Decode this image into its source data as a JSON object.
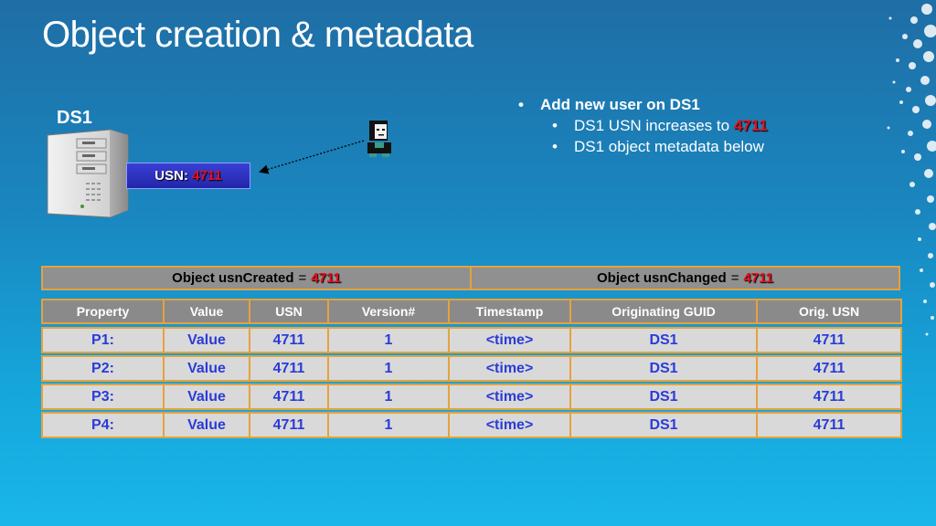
{
  "title": "Object creation & metadata",
  "server": {
    "label": "DS1",
    "usn_prefix": "USN:",
    "usn_value": "4711"
  },
  "bullets": {
    "main": "Add new user on DS1",
    "sub1_prefix": "DS1 USN increases to",
    "sub1_value": "4711",
    "sub2": "DS1 object metadata below"
  },
  "meta": {
    "created_label": "Object usnCreated",
    "created_value": "4711",
    "changed_label": "Object usnChanged",
    "changed_value": "4711",
    "eq": "="
  },
  "table": {
    "headers": [
      "Property",
      "Value",
      "USN",
      "Version#",
      "Timestamp",
      "Originating GUID",
      "Orig. USN"
    ],
    "rows": [
      [
        "P1:",
        "Value",
        "4711",
        "1",
        "<time>",
        "DS1",
        "4711"
      ],
      [
        "P2:",
        "Value",
        "4711",
        "1",
        "<time>",
        "DS1",
        "4711"
      ],
      [
        "P3:",
        "Value",
        "4711",
        "1",
        "<time>",
        "DS1",
        "4711"
      ],
      [
        "P4:",
        "Value",
        "4711",
        "1",
        "<time>",
        "DS1",
        "4711"
      ]
    ]
  },
  "colors": {
    "accent_border": "#e6a23c",
    "highlight_red": "#e8101a",
    "cell_text_blue": "#2b3bd8",
    "usn_box_blue": "#2a2fc0"
  },
  "icons": [
    "server-computer-icon",
    "user-person-icon",
    "dotted-arrow-icon"
  ]
}
